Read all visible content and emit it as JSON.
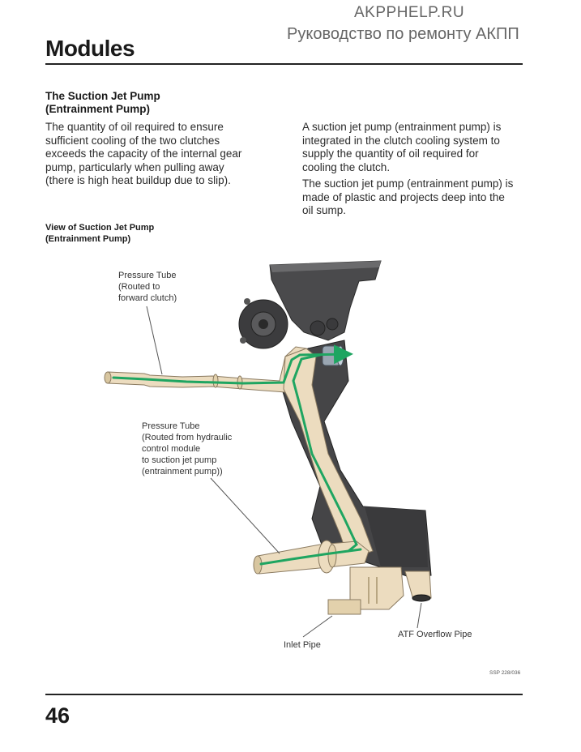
{
  "watermark": {
    "line1": "AKPPHELP.RU",
    "line2": "Руководство по ремонту АКПП"
  },
  "section_title": "Modules",
  "heading": {
    "line1": "The Suction Jet Pump",
    "line2": "(Entrainment Pump)"
  },
  "left_paragraph": [
    "The quantity of oil required to ensure",
    "sufficient cooling of the two clutches",
    "exceeds the capacity of the internal gear",
    "pump, particularly when pulling away",
    "(there is high heat buildup due to slip)."
  ],
  "right_paragraph1": [
    "A suction jet pump (entrainment pump) is",
    "integrated in the clutch cooling system to",
    "supply the quantity of oil required for",
    "cooling the clutch."
  ],
  "right_paragraph2": [
    "The suction jet pump (entrainment pump) is",
    "made of plastic and projects deep into the",
    "oil sump."
  ],
  "figure": {
    "title": {
      "line1": "View of Suction Jet Pump",
      "line2": "(Entrainment Pump)"
    },
    "callout_pressure_tube_1": [
      "Pressure Tube",
      "(Routed to",
      "forward clutch)"
    ],
    "callout_pressure_tube_2": [
      "Pressure Tube",
      "(Routed from hydraulic",
      "control module",
      "to suction jet pump",
      "(entrainment pump))"
    ],
    "callout_inlet_pipe": "Inlet Pipe",
    "callout_atf_overflow": "ATF Overflow Pipe",
    "ssp_code": "SSP 228/036",
    "colors": {
      "housing": "#4a4a4c",
      "tube": "#ecdcbf",
      "tube_outline": "#8a7a60",
      "flow": "#1fa561"
    }
  },
  "page_number": "46"
}
